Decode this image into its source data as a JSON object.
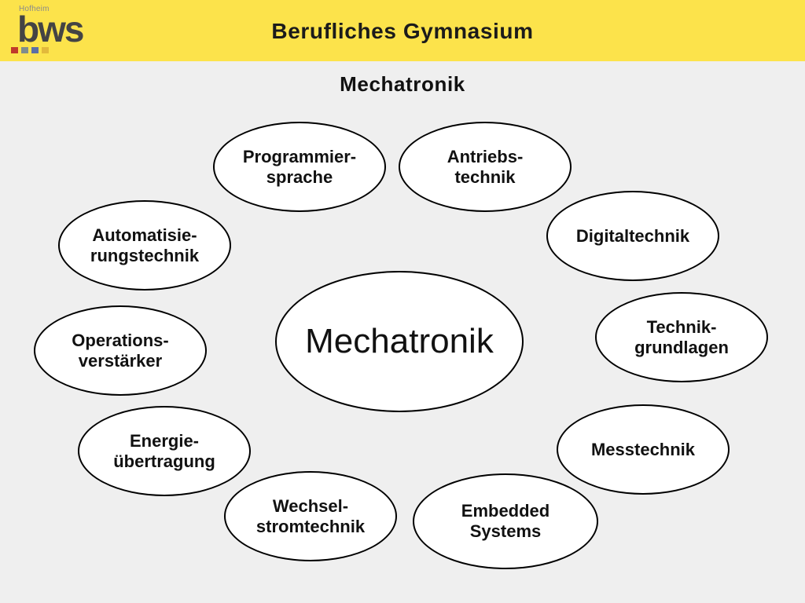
{
  "header": {
    "logo": {
      "sub": "Hofheim",
      "main": "bws",
      "squares": [
        "#c0392b",
        "#7f8c8d",
        "#5b6fa6",
        "#e2b93b"
      ]
    },
    "title": "Berufliches Gymnasium",
    "background": "#fce34b"
  },
  "subtitle": "Mechatronik",
  "diagram": {
    "center": "Mechatronik",
    "topics": [
      "Programmier-\nsprache",
      "Antriebs-\ntechnik",
      "Digitaltechnik",
      "Technik-\ngrundlagen",
      "Messtechnik",
      "Embedded\nSystems",
      "Wechsel-\nstromtechnik",
      "Energie-\nübertragung",
      "Operations-\nverstärker",
      "Automatisie-\nrungstechnik"
    ]
  }
}
